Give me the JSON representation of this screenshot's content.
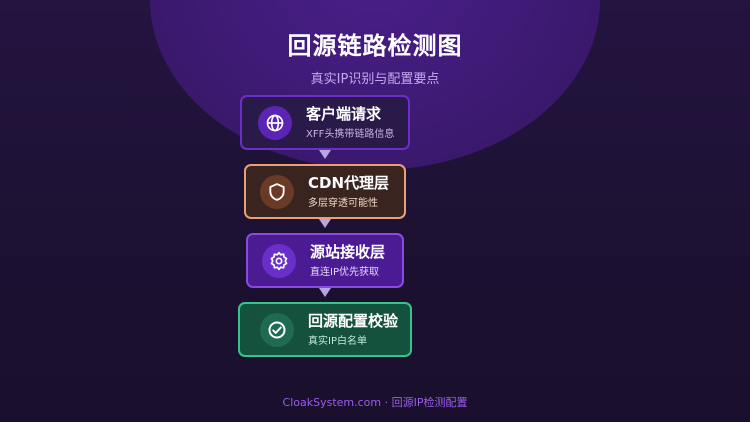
{
  "header": {
    "title": "回源链路检测图",
    "subtitle": "真实IP识别与配置要点"
  },
  "nodes": [
    {
      "name": "客户端请求",
      "desc": "XFF头携带链路信息",
      "icon": "globe-icon",
      "color": "#6a2fc8"
    },
    {
      "name": "CDN代理层",
      "desc": "多层穿透可能性",
      "icon": "shield-icon",
      "color": "#e8a074"
    },
    {
      "name": "源站接收层",
      "desc": "直连IP优先获取",
      "icon": "gear-icon",
      "color": "#8a4ae0"
    },
    {
      "name": "回源配置校验",
      "desc": "真实IP白名单",
      "icon": "check-circle-icon",
      "color": "#36c48c"
    }
  ],
  "footer": {
    "text": "CloakSystem.com · 回源IP检测配置"
  }
}
